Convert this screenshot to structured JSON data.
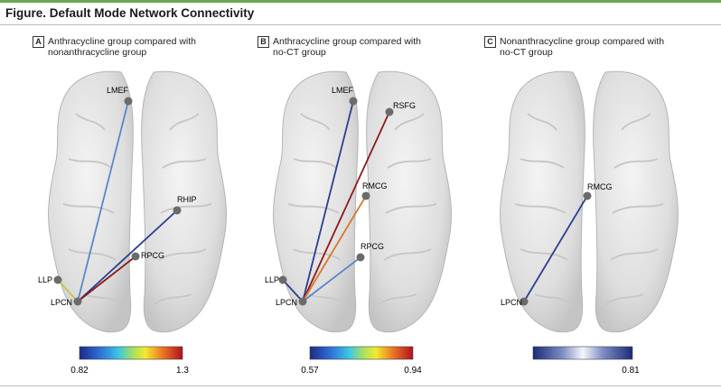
{
  "figure_title": "Figure. Default Mode Network Connectivity",
  "colors": {
    "accent": "#6aa84f",
    "node": "#6b6b6b",
    "blue_dark": "#2a3f8f",
    "blue_light": "#5b86c8",
    "red_dark": "#8b1a1a",
    "orange": "#d9782d",
    "yellow": "#c9c24a"
  },
  "panels": [
    {
      "badge": "A",
      "title_line1": "Anthracycline group compared with",
      "title_line2": "nonanthracycline group",
      "nodes": {
        "lmef": "LMEF",
        "rhip": "RHIP",
        "rpcg": "RPCG",
        "llp": "LLP",
        "lpcn": "LPCN"
      },
      "scale_min": "0.82",
      "scale_max": "1.3"
    },
    {
      "badge": "B",
      "title_line1": "Anthracycline group compared with",
      "title_line2": "no-CT group",
      "nodes": {
        "lmef": "LMEF",
        "rsfg": "RSFG",
        "rmcg": "RMCG",
        "rpcg": "RPCG",
        "llp": "LLP",
        "lpcn": "LPCN"
      },
      "scale_min": "0.57",
      "scale_max": "0.94"
    },
    {
      "badge": "C",
      "title_line1": "Nonanthracycline group compared with",
      "title_line2": "no-CT group",
      "nodes": {
        "rmcg": "RMCG",
        "lpcn": "LPCN"
      },
      "scale_min": "",
      "scale_max": "0.81"
    }
  ]
}
